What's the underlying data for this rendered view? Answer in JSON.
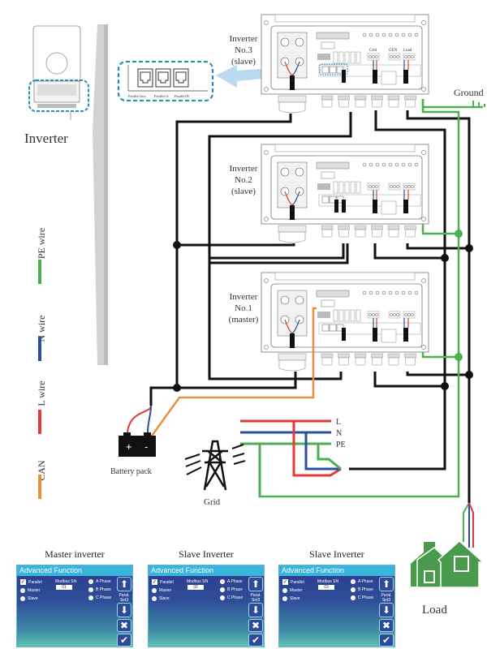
{
  "diagram": {
    "callout": {
      "overview_label": "Inverter",
      "ports": [
        "Parallel box",
        "Parallel A",
        "Parallel B"
      ]
    },
    "inverters": [
      {
        "name": "Inverter",
        "number": "No.3",
        "role": "(slave)"
      },
      {
        "name": "Inverter",
        "number": "No.2",
        "role": "(slave)"
      },
      {
        "name": "Inverter",
        "number": "No.1",
        "role": "(master)"
      }
    ],
    "terminal_labels": [
      "Grid",
      "GEN",
      "Load"
    ],
    "ground_label": "Ground",
    "battery": {
      "label": "Battery pack",
      "plus": "+",
      "minus": "-"
    },
    "grid": {
      "label": "Grid",
      "lines": [
        "L",
        "N",
        "PE"
      ]
    },
    "load": {
      "label": "Load"
    },
    "legend": [
      {
        "label": "PE wire",
        "color": "#4caf50"
      },
      {
        "label": "N wire",
        "color": "#2b4f9e"
      },
      {
        "label": "L wire",
        "color": "#e03a3a"
      },
      {
        "label": "CAN",
        "color": "#e8913a"
      }
    ],
    "colors": {
      "pe": "#4caf50",
      "n": "#2b4f9e",
      "l": "#e03a3a",
      "can": "#e8913a",
      "wire": "#111111",
      "callout": "#2a8fbf",
      "house": "#4a9a4e"
    }
  },
  "panels": [
    {
      "caption": "Master inverter",
      "title": "Advanced Function",
      "parallel_label": "Parallel",
      "parallel_checked": true,
      "master_label": "Master",
      "slave_label": "Slave",
      "selected_role": "Master",
      "modbus_label": "Modbus SN",
      "modbus_value": "01",
      "phases": [
        "A Phase",
        "B Phase",
        "C Phase"
      ],
      "selected_phase": "A Phase",
      "set_label": "Paral. Set3"
    },
    {
      "caption": "Slave Inverter",
      "title": "Advanced Function",
      "parallel_label": "Parallel",
      "parallel_checked": true,
      "master_label": "Master",
      "slave_label": "Slave",
      "selected_role": "Slave",
      "modbus_label": "Modbus SN",
      "modbus_value": "02",
      "phases": [
        "A Phase",
        "B Phase",
        "C Phase"
      ],
      "selected_phase": "A Phase",
      "set_label": "Paral. Set3"
    },
    {
      "caption": "Slave Inverter",
      "title": "Advanced Function",
      "parallel_label": "Parallel",
      "parallel_checked": true,
      "master_label": "Master",
      "slave_label": "Slave",
      "selected_role": "Slave",
      "modbus_label": "Modbus SN",
      "modbus_value": "03",
      "phases": [
        "A Phase",
        "B Phase",
        "C Phase"
      ],
      "selected_phase": "A Phase",
      "set_label": "Paral. Set3"
    }
  ]
}
